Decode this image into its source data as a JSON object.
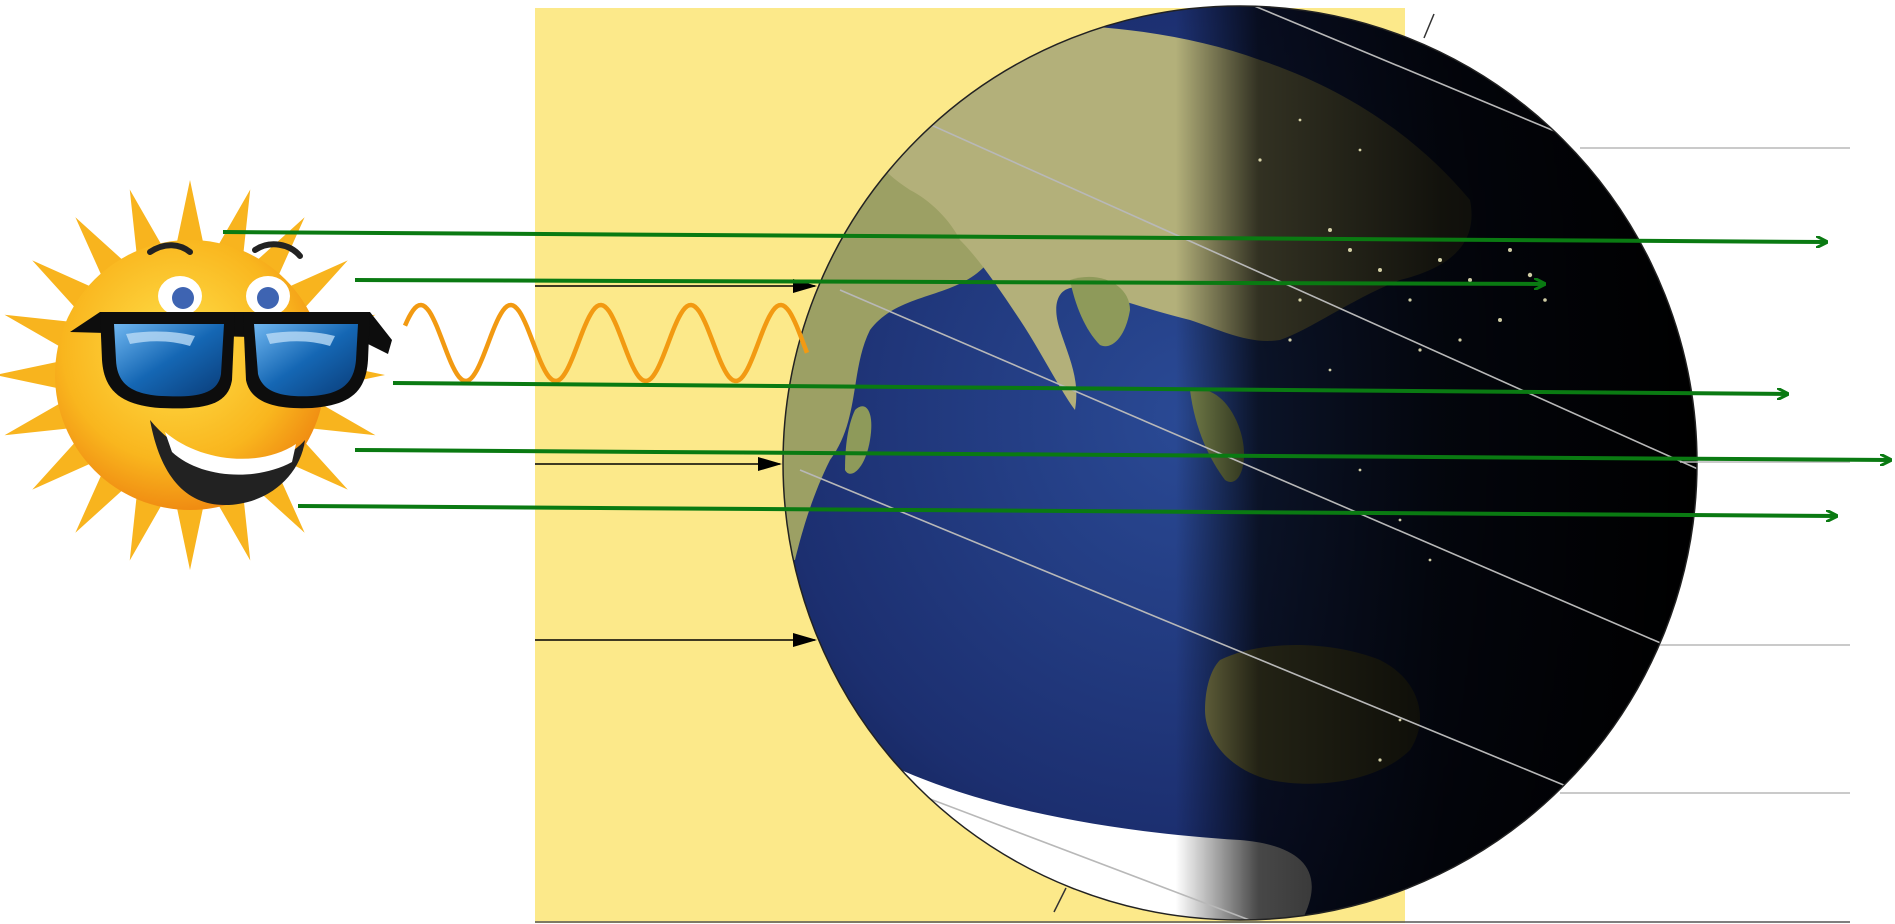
{
  "diagram": {
    "subject": "sunlight-on-earth",
    "colors": {
      "sunlit_panel": "#FCE98A",
      "sun_ray_arrow": "#0A7A12",
      "wave": "#F29A12",
      "black_arrow": "#000000",
      "ocean": "#1E3478",
      "land": "#A7AA6A",
      "night": "#000000",
      "latitude_line": "#B8B8B8",
      "sun_body": "#F7B21E",
      "sunglasses": "#0D0D0D",
      "lens": "#1567B4"
    },
    "icons": [
      "sun-with-sunglasses-icon",
      "earth-globe-icon"
    ],
    "ray_count": 5,
    "black_arrow_count": 3,
    "latitude_line_count": 6
  }
}
